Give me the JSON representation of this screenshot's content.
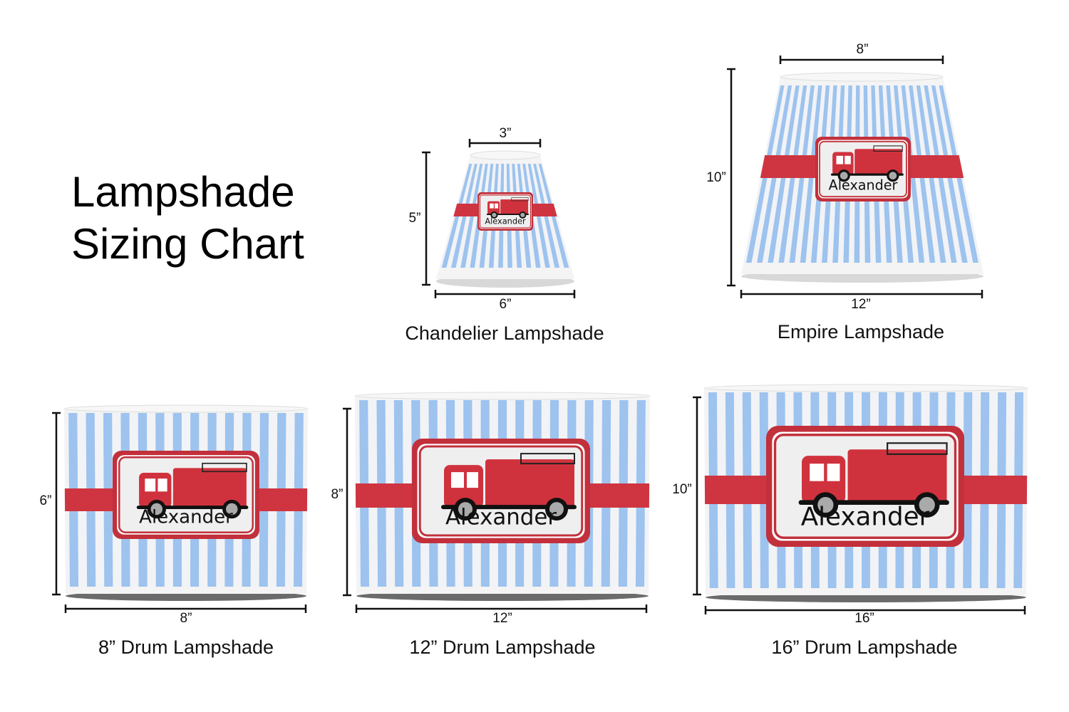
{
  "title": {
    "line1": "Lampshade",
    "line2": "Sizing Chart"
  },
  "personalized_name": "Alexander",
  "colors": {
    "stripe_blue": "#9dc3ee",
    "stripe_white": "#f2f3f6",
    "band_red": "#cf3540",
    "label_border": "#c2303b",
    "truck_red": "#d0323d"
  },
  "shades": [
    {
      "id": "chandelier",
      "caption": "Chandelier Lampshade",
      "top": "3”",
      "height": "5”",
      "bottom": "6”"
    },
    {
      "id": "empire",
      "caption": "Empire Lampshade",
      "top": "8”",
      "height": "10”",
      "bottom": "12”"
    },
    {
      "id": "drum8",
      "caption": "8” Drum Lampshade",
      "height": "6”",
      "bottom": "8”"
    },
    {
      "id": "drum12",
      "caption": "12” Drum Lampshade",
      "height": "8”",
      "bottom": "12”"
    },
    {
      "id": "drum16",
      "caption": "16” Drum Lampshade",
      "height": "10”",
      "bottom": "16”"
    }
  ]
}
